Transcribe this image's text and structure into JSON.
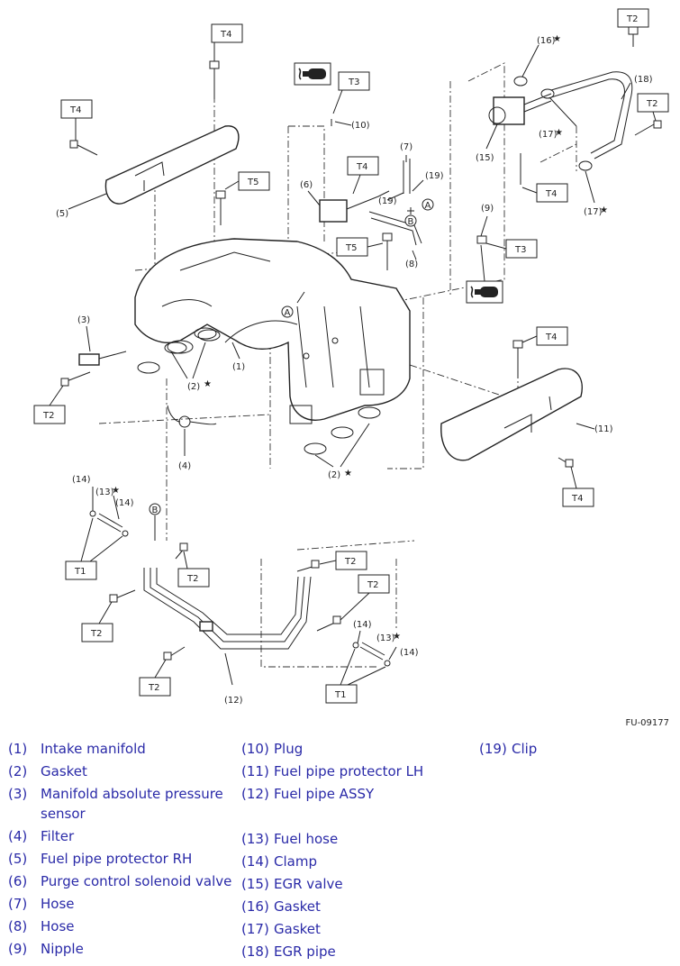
{
  "figure_code": "FU-09177",
  "callouts": [
    "(1)",
    "(2)",
    "(3)",
    "(4)",
    "(5)",
    "(6)",
    "(7)",
    "(8)",
    "(9)",
    "(10)",
    "(11)",
    "(12)",
    "(13)",
    "(14)",
    "(15)",
    "(16)",
    "(17)",
    "(18)",
    "(19)"
  ],
  "star": "★",
  "torque_codes": [
    "T1",
    "T2",
    "T3",
    "T4",
    "T5"
  ],
  "ref_marks": [
    "A",
    "B"
  ],
  "legend": [
    {
      "num": "(1)",
      "label": "Intake manifold"
    },
    {
      "num": "(2)",
      "label": "Gasket"
    },
    {
      "num": "(3)",
      "label": "Manifold absolute pressure sensor"
    },
    {
      "num": "(4)",
      "label": "Filter"
    },
    {
      "num": "(5)",
      "label": "Fuel pipe protector RH"
    },
    {
      "num": "(6)",
      "label": "Purge control solenoid valve"
    },
    {
      "num": "(7)",
      "label": "Hose"
    },
    {
      "num": "(8)",
      "label": "Hose"
    },
    {
      "num": "(9)",
      "label": "Nipple"
    },
    {
      "num": "(10)",
      "label": "Plug"
    },
    {
      "num": "(11)",
      "label": "Fuel pipe protector LH"
    },
    {
      "num": "(12)",
      "label": "Fuel pipe ASSY"
    },
    {
      "num": "(13)",
      "label": "Fuel hose"
    },
    {
      "num": "(14)",
      "label": "Clamp"
    },
    {
      "num": "(15)",
      "label": "EGR valve"
    },
    {
      "num": "(16)",
      "label": "Gasket"
    },
    {
      "num": "(17)",
      "label": "Gasket"
    },
    {
      "num": "(18)",
      "label": "EGR pipe"
    },
    {
      "num": "(19)",
      "label": "Clip"
    }
  ]
}
